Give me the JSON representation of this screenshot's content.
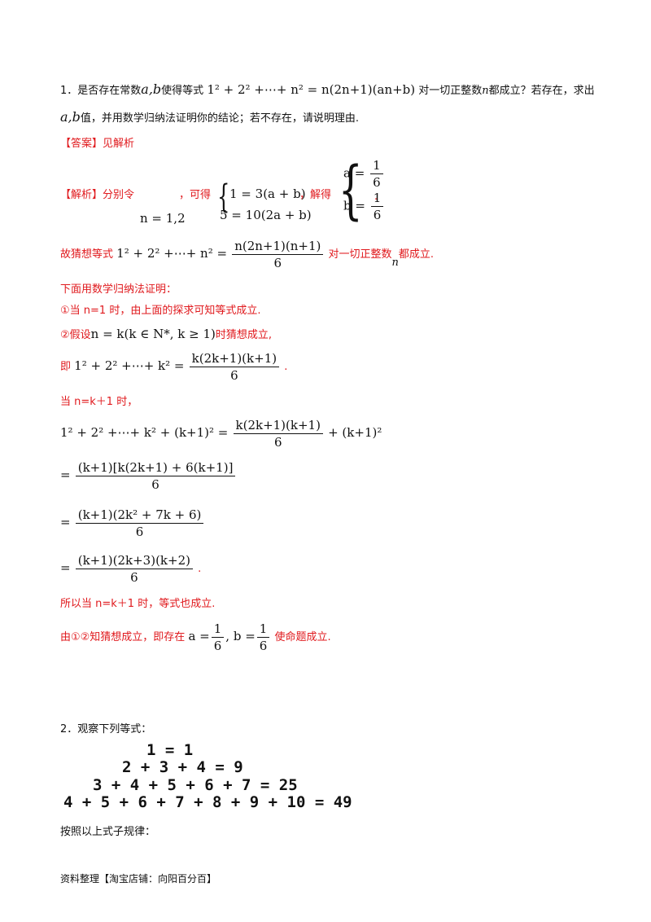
{
  "q1": {
    "line1_pre": "1．是否存在常数",
    "line1_ab": "a,b",
    "line1_mid": "使得等式",
    "line1_eq": "1² + 2² +⋯+ n² = n(2n+1)(an+b)",
    "line1_post": "对一切正整数",
    "line1_n": "n",
    "line1_tail": "都成立？若存在，求出",
    "line2_ab": "a,b",
    "line2_text": "值，并用数学归纳法证明你的结论；若不存在，请说明理由.",
    "answer": "【答案】见解析",
    "analysis_label": "【解析】分别令",
    "n_values": "n = 1,2",
    "get": "，可得",
    "sys1_a": "1 = 3(a + b)",
    "sys1_b": "5 = 10(2a + b)",
    "solve": "，解得",
    "sol_a_lhs": "a =",
    "sol_b_lhs": "b =",
    "one": "1",
    "six": "6",
    "dot": ".",
    "guess_pre": "故猜想等式",
    "guess_lhs": "1² + 2² +⋯+ n² =",
    "guess_num": "n(2n+1)(n+1)",
    "guess_post": "对一切正整数",
    "guess_n": "n",
    "guess_tail": "都成立.",
    "induction_intro": "下面用数学归纳法证明：",
    "step1": "①当 n=1 时，由上面的探求可知等式成立.",
    "step2_pre": "②假设",
    "step2_eq": "n = k(k ∈ N*, k ≥ 1)",
    "step2_post": "时猜想成立,",
    "ie_pre": "即",
    "ie_lhs": "1² + 2² +⋯+ k² =",
    "ie_num": "k(2k+1)(k+1)",
    "ie_dot": ".",
    "when": "当 n=k＋1 时，",
    "calc_lhs": "1² + 2² +⋯+ k² + (k+1)² =",
    "calc_num": "k(2k+1)(k+1)",
    "calc_tail": "+ (k+1)²",
    "eq": "=",
    "s1_num": "(k+1)[k(2k+1) + 6(k+1)]",
    "s2_num": "(k+1)(2k² + 7k + 6)",
    "s3_num": "(k+1)(2k+3)(k+2)",
    "s3_dot": ".",
    "conclude": "所以当 n=k＋1 时，等式也成立.",
    "final_pre": "由①②知猜想成立，即存在",
    "final_a": "a =",
    "final_comma_b": ", b =",
    "final_post": "使命题成立."
  },
  "q2": {
    "intro": "2．观察下列等式：",
    "rows": [
      "1 = 1",
      "2 + 3 + 4 = 9",
      "3 + 4 + 5 + 6 + 7 = 25",
      "4 + 5 + 6 + 7 + 8 + 9 + 10 = 49"
    ],
    "rule": "按照以上式子规律："
  },
  "footer": "资料整理【淘宝店铺：向阳百分百】",
  "colors": {
    "red": "#e0191d",
    "text": "#111111"
  }
}
